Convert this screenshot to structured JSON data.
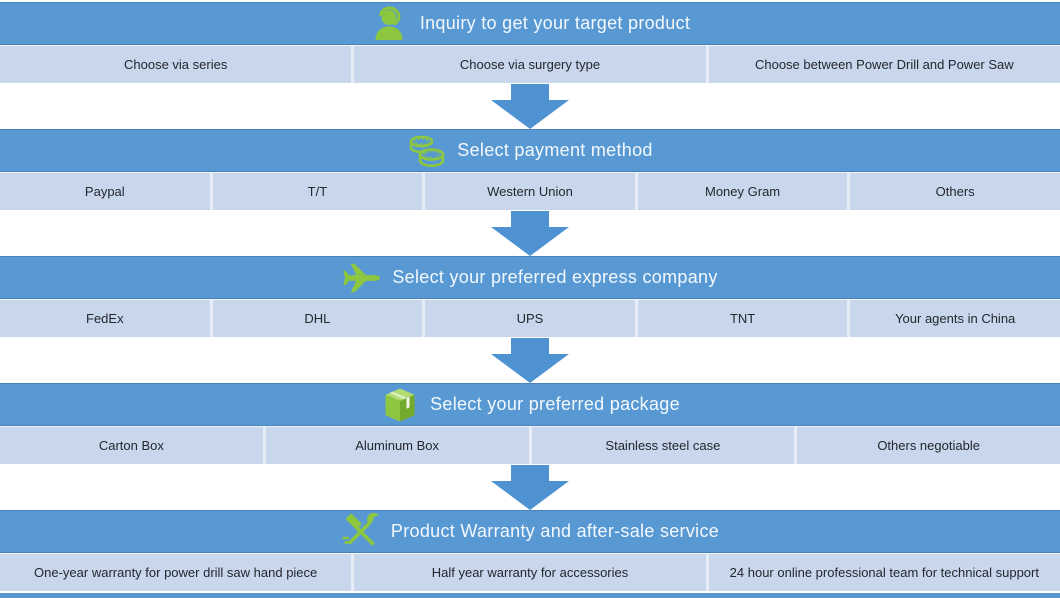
{
  "colors": {
    "header_blue": "#5899d4",
    "row_blue": "#c8d7ec",
    "divider": "#e6edf7",
    "arrow_blue": "#4f92d2",
    "icon_green": "#8dc63f",
    "icon_green_light": "#b2dc70",
    "icon_green_dark": "#74aa2c",
    "title_text": "#f3f8fd",
    "option_text": "#23272e"
  },
  "sections": [
    {
      "id": "inquiry",
      "icon": "support-agent-icon",
      "title": "Inquiry to get your target product",
      "options": [
        "Choose via series",
        "Choose via surgery type",
        "Choose between Power Drill and Power Saw"
      ]
    },
    {
      "id": "payment",
      "icon": "coins-icon",
      "title": "Select payment method",
      "options": [
        "Paypal",
        "T/T",
        "Western Union",
        "Money Gram",
        "Others"
      ]
    },
    {
      "id": "express",
      "icon": "airplane-icon",
      "title": "Select your preferred express company",
      "options": [
        "FedEx",
        "DHL",
        "UPS",
        "TNT",
        "Your agents in China"
      ]
    },
    {
      "id": "package",
      "icon": "package-icon",
      "title": "Select your preferred package",
      "options": [
        "Carton Box",
        "Aluminum Box",
        "Stainless steel case",
        "Others negotiable"
      ]
    },
    {
      "id": "warranty",
      "icon": "tools-icon",
      "title": "Product Warranty and after-sale service",
      "options": [
        "One-year warranty for power drill saw hand piece",
        "Half year warranty for accessories",
        "24 hour online professional team for technical support"
      ]
    }
  ]
}
